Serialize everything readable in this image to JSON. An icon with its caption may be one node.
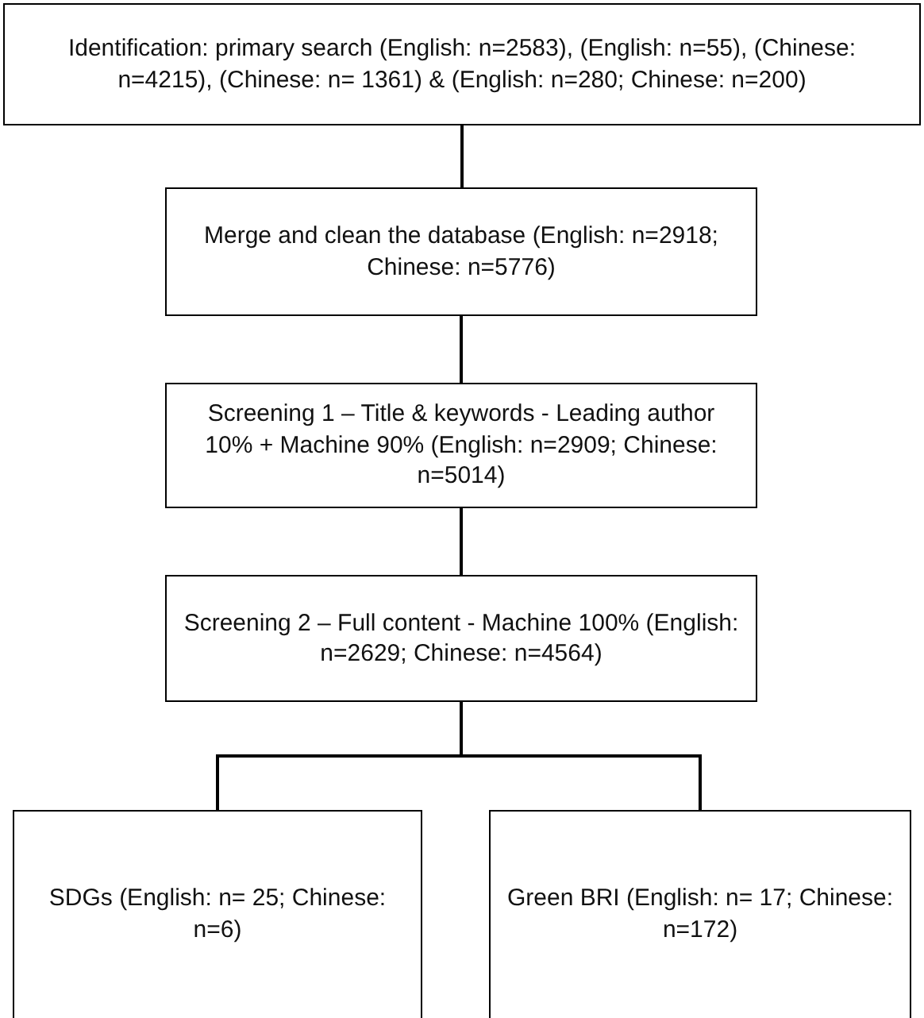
{
  "diagram": {
    "nodes": [
      {
        "text": [
          "Identification: primary search (English: n=2583), (English: n=55), (Chinese: n=4215), (Chinese: n= 1361) & (English: n=280; Chinese: n=200)"
        ]
      },
      {
        "text": [
          "Merge and clean the database (English: n=2918; Chinese: n=5776)"
        ]
      },
      {
        "text": [
          "Screening 1 – Title & keywords - Leading author 10% + Machine 90% (English: n=2909; Chinese: n=5014)"
        ]
      },
      {
        "text": [
          "Screening 2 – Full content - Machine 100% (English: n=2629; Chinese: n=4564)"
        ]
      },
      {
        "text": [
          "SDGs (English: n= 25; Chinese: n=6)"
        ]
      },
      {
        "text": [
          "Green BRI (English: n= 17; Chinese: n=172)"
        ]
      }
    ],
    "edges": [
      {
        "from": 0,
        "to": 1,
        "arrow": "none"
      },
      {
        "from": 1,
        "to": 2,
        "arrow": "none"
      },
      {
        "from": 2,
        "to": 3,
        "arrow": "none"
      },
      {
        "from": 3,
        "to": 4,
        "arrow": "none"
      },
      {
        "from": 3,
        "to": 5,
        "arrow": "none"
      }
    ]
  }
}
